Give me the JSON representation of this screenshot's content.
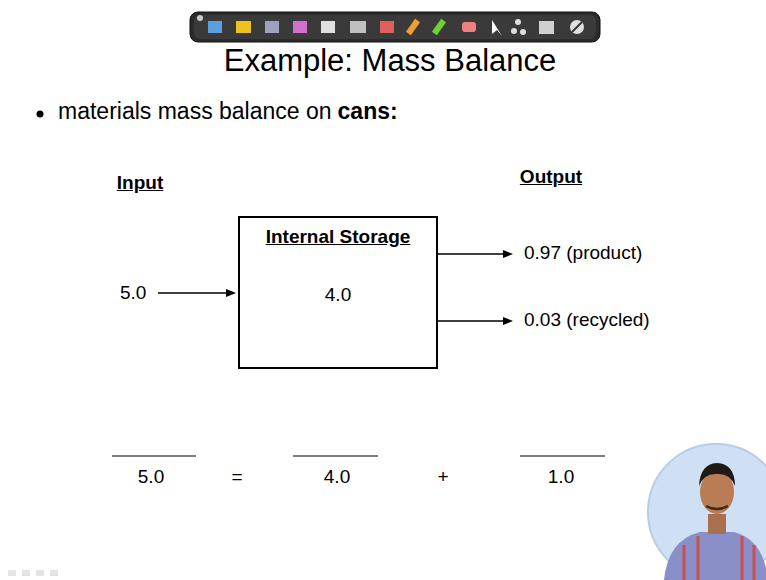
{
  "diagram": {
    "title": "Example: Mass Balance",
    "nodes": [
      {
        "text": [
          "Internal Storage",
          "4.0"
        ]
      }
    ],
    "labels": [
      "materials mass balance on",
      "cans:",
      "Input",
      "Output",
      "5.0",
      "0.97 (product)",
      "0.03 (recycled)",
      "5.0",
      "=",
      "4.0",
      "+",
      "1.0"
    ]
  }
}
